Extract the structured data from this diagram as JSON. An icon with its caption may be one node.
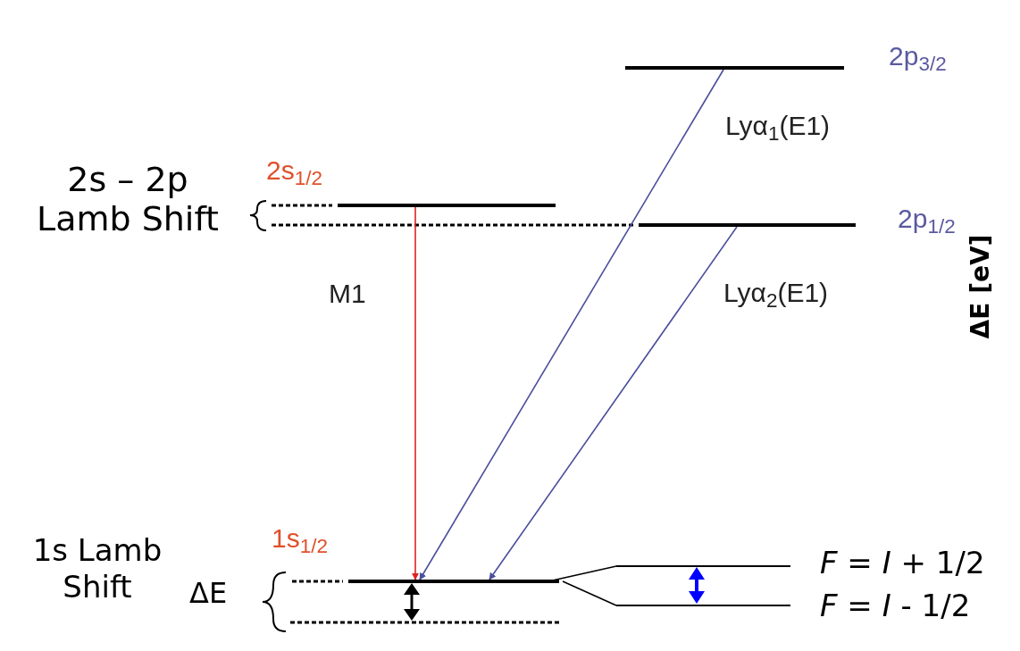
{
  "diagram": {
    "nodes": [
      {
        "text": [],
        "shape": "bar",
        "beside": [
          "2p$_{3/2}$"
        ]
      },
      {
        "text": [],
        "shape": "bar",
        "beside": [
          "2s$_{1/2}$"
        ]
      },
      {
        "text": [],
        "shape": "bar",
        "beside": [
          "2p$_{1/2}$"
        ]
      },
      {
        "text": [],
        "shape": "bar",
        "beside": [
          "1s$_{1/2}$"
        ]
      },
      {
        "text": [],
        "shape": "bar",
        "beside": [
          "*F* = *I* + 1/2"
        ]
      },
      {
        "text": [],
        "shape": "bar",
        "beside": [
          "*F* = *I* - 1/2"
        ]
      }
    ],
    "edges": [
      {
        "from": 1,
        "to": 3,
        "arrow": "to",
        "label": "M1",
        "color": "#e02020"
      },
      {
        "from": 0,
        "to": 3,
        "arrow": "to",
        "label": "Lyα$_{1}$(E1)",
        "color": "#4a4f9c"
      },
      {
        "from": 2,
        "to": 3,
        "arrow": "to",
        "label": "Lyα$_{2}$(E1)",
        "color": "#4a4f9c"
      },
      {
        "from": 3,
        "to": 4,
        "arrow": "none",
        "color": "#000000"
      },
      {
        "from": 3,
        "to": 5,
        "arrow": "none",
        "color": "#000000"
      }
    ],
    "labels": [
      "2s – 2p Lamb Shift",
      "1s Lamb Shift",
      "ΔE",
      "ΔE [eV]"
    ]
  }
}
